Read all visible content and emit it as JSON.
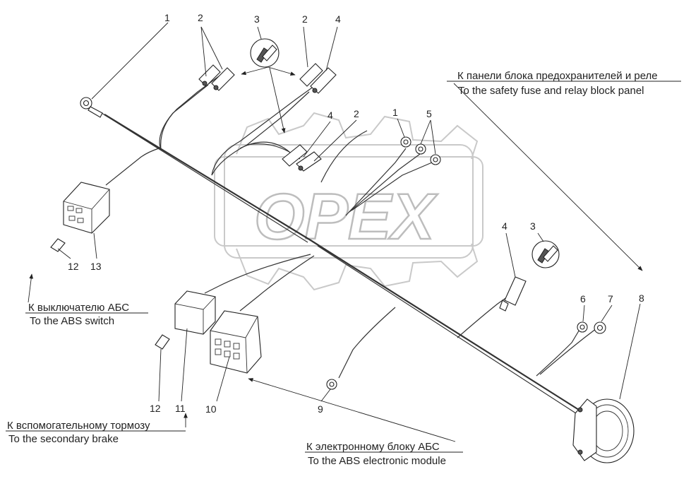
{
  "watermark": {
    "text": "OPEX"
  },
  "callouts": {
    "c1a": "1",
    "c2a": "2",
    "c3a": "3",
    "c2b": "2",
    "c4a": "4",
    "c4b": "4",
    "c2c": "2",
    "c1b": "1",
    "c5": "5",
    "c4c": "4",
    "c3b": "3",
    "c6": "6",
    "c7": "7",
    "c8": "8",
    "c9": "9",
    "c10": "10",
    "c11": "11",
    "c12a": "12",
    "c12b": "12",
    "c13": "13"
  },
  "captions": {
    "fuse_ru": "К панели блока предохранителей и реле",
    "fuse_en": "To the safety fuse and relay block panel",
    "abs_switch_ru": "К выключателю АБС",
    "abs_switch_en": "To the ABS switch",
    "brake_ru": "К вспомогательному тормозу",
    "brake_en": "To the secondary brake",
    "module_ru": "К электронному блоку АБС",
    "module_en": "To the ABS electronic module"
  },
  "colors": {
    "line": "#222222",
    "watermark": "#c9c9c9",
    "background": "#ffffff"
  }
}
